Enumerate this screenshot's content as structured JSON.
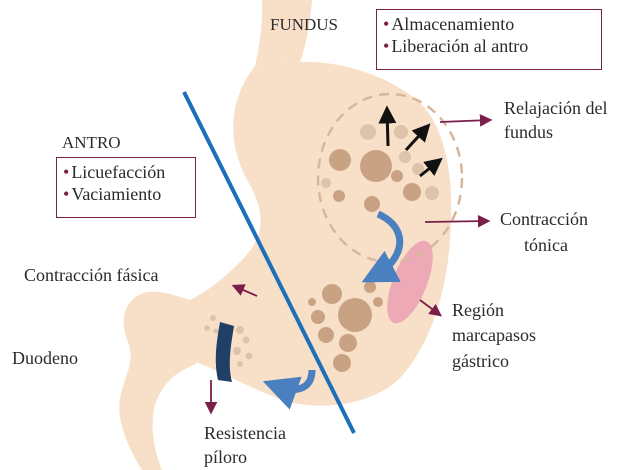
{
  "colors": {
    "stomach": "#f8e0c8",
    "particles": "#c9a284",
    "particles_light": "#dcc3aa",
    "fundus_dash": "#d6b79c",
    "pacemaker": "#eda9b6",
    "divider_line": "#1e6fba",
    "curved_arrows": "#4a7fc0",
    "leader_arrows": "#7a1f4a",
    "box_border": "#7a1f4a",
    "pylorus": "#1f3f66"
  },
  "labels": {
    "fundus": "FUNDUS",
    "antro": "ANTRO",
    "relajacion_1": "Relajación del",
    "relajacion_2": "fundus",
    "contraccion_tonica_1": "Contracción",
    "contraccion_tonica_2": "tónica",
    "contraccion_fasica": "Contracción fásica",
    "region_1": "Región",
    "region_2": "marcapasos",
    "region_3": "gástrico",
    "duodeno": "Duodeno",
    "resistencia_1": "Resistencia",
    "resistencia_2": "píloro"
  },
  "fundus_box": {
    "items": [
      "Almacenamiento",
      "Liberación al antro"
    ]
  },
  "antro_box": {
    "items": [
      "Licuefacción",
      "Vaciamiento"
    ]
  },
  "bullet": "•"
}
